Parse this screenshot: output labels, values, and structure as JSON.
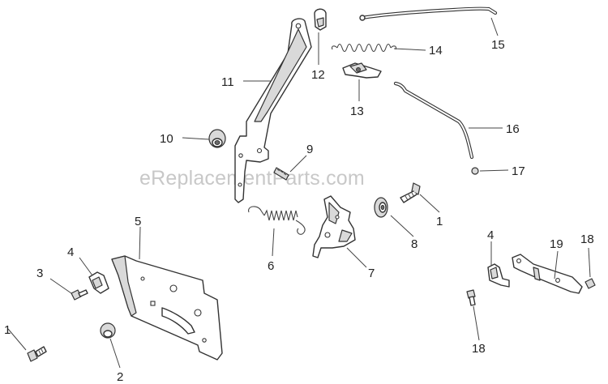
{
  "watermark": "eReplacementParts.com",
  "callouts": {
    "c1a": "1",
    "c1b": "1",
    "c2": "2",
    "c3": "3",
    "c4a": "4",
    "c4b": "4",
    "c5": "5",
    "c6": "6",
    "c7": "7",
    "c8": "8",
    "c9": "9",
    "c10": "10",
    "c11": "11",
    "c12": "12",
    "c13": "13",
    "c14": "14",
    "c15": "15",
    "c16": "16",
    "c17": "17",
    "c18a": "18",
    "c18b": "18",
    "c19": "19"
  }
}
